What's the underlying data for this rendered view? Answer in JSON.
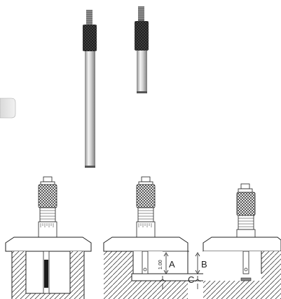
{
  "figure": {
    "labels": {
      "a": "A",
      "b": "B",
      "c": "C",
      "gauge": "1.00"
    },
    "colors": {
      "rod_light": "#f1f1f1",
      "rod_mid": "#bdbdbd",
      "rod_dark": "#7a7a7a",
      "knurl": "#1b1b1b",
      "line": "#222222",
      "hatch": "#555555"
    }
  }
}
